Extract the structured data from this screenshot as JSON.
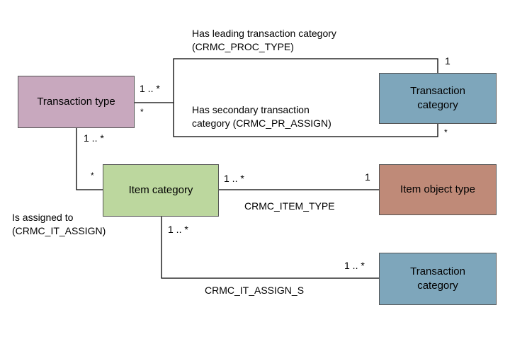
{
  "boxes": {
    "transaction_type": {
      "label": "Transaction type",
      "color": "#c8a8be"
    },
    "transaction_category_top": {
      "label": "Transaction category",
      "color": "#7ea6bb"
    },
    "item_category": {
      "label": "Item category",
      "color": "#bcd79e"
    },
    "item_object_type": {
      "label": "Item object type",
      "color": "#bf8a78"
    },
    "transaction_category_bottom": {
      "label": "Transaction category",
      "color": "#7ea6bb"
    }
  },
  "relations": {
    "leading": {
      "line1": "Has leading transaction category",
      "line2": "(CRMC_PROC_TYPE)"
    },
    "secondary": {
      "line1": "Has secondary transaction",
      "line2": "category (CRMC_PR_ASSIGN)"
    },
    "assigned": {
      "line1": "Is assigned to",
      "line2": "(CRMC_IT_ASSIGN)"
    },
    "item_type": {
      "label": "CRMC_ITEM_TYPE"
    },
    "it_assign_s": {
      "label": "CRMC_IT_ASSIGN_S"
    }
  },
  "cardinalities": {
    "tt_leading": "1 .. *",
    "tt_secondary": "*",
    "tc_leading": "1",
    "tc_secondary": "*",
    "tt_down": "1 .. *",
    "ic_left": "*",
    "ic_right": "1 .. *",
    "iot_left": "1",
    "ic_down": "1 .. *",
    "tc2_left": "1 .. *"
  },
  "line_color": "#000000"
}
